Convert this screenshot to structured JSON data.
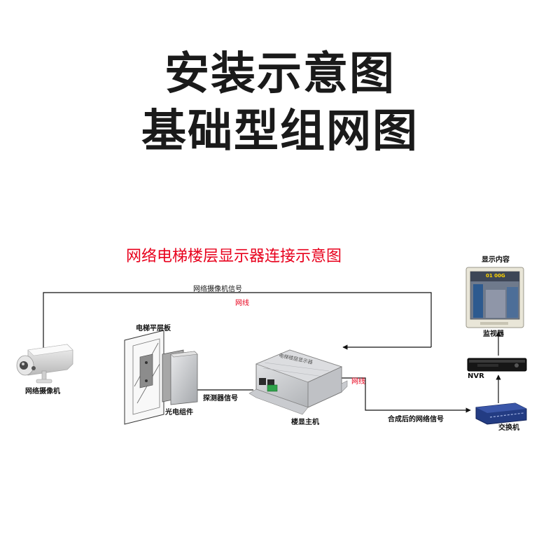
{
  "headline": {
    "line1": "安装示意图",
    "line2": "基础型组网图"
  },
  "diagram": {
    "title": "网络电梯楼层显示器连接示意图",
    "labels": {
      "camera_signal": "网络摄像机信号",
      "cable_top": "网线",
      "camera": "网络摄像机",
      "floor_plate": "电梯平层板",
      "photo_component": "光电组件",
      "detector_signal": "探测器信号",
      "host": "楼显主机",
      "host_face": "电梯楼层显示器",
      "cable_right": "网线",
      "merged_signal": "合成后的网络信号",
      "switch": "交换机",
      "nvr": "NVR",
      "monitor": "监视器",
      "display_content": "显示内容",
      "screen_text": "01 00G"
    }
  },
  "colors": {
    "accent_red": "#e8001c",
    "switch_blue": "#233c83",
    "text": "#1a1a1a"
  }
}
